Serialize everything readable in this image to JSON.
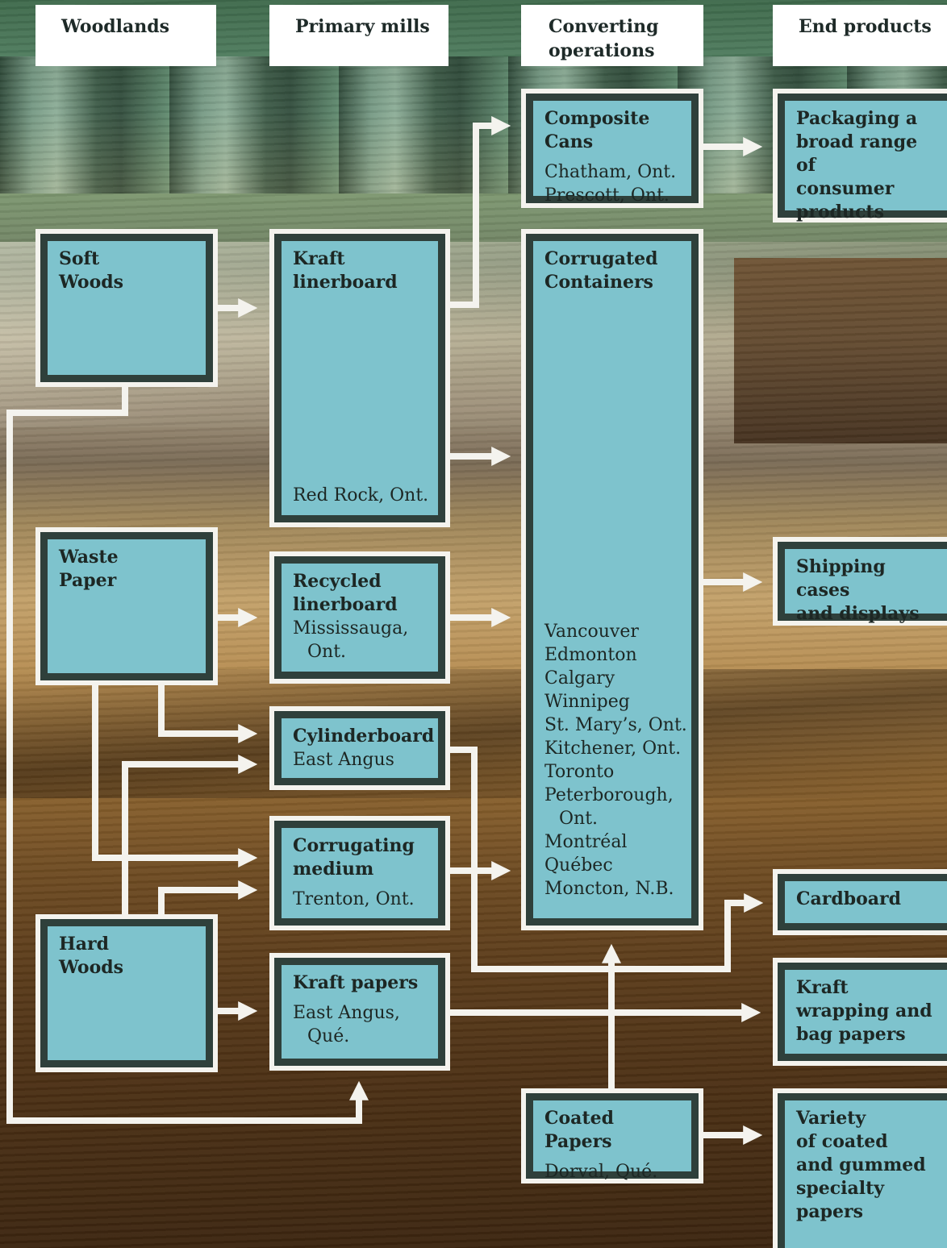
{
  "headers": {
    "woodlands": "Woodlands",
    "primary_mills": "Primary mills",
    "converting_line1": "Converting",
    "converting_line2": "operations",
    "end_products": "End products"
  },
  "woodlands": {
    "soft_woods": [
      "Soft",
      "Woods"
    ],
    "waste_paper": [
      "Waste",
      "Paper"
    ],
    "hard_woods": [
      "Hard",
      "Woods"
    ]
  },
  "mills": {
    "kraft_linerboard": {
      "title": [
        "Kraft",
        "linerboard"
      ],
      "location": "Red Rock, Ont."
    },
    "recycled_linerboard": {
      "title": [
        "Recycled",
        "linerboard"
      ],
      "location": [
        "Mississauga,",
        "Ont."
      ]
    },
    "cylinderboard": {
      "title": "Cylinderboard",
      "location": "East Angus"
    },
    "corrugating_medium": {
      "title": [
        "Corrugating",
        "medium"
      ],
      "location": "Trenton, Ont."
    },
    "kraft_papers": {
      "title": "Kraft papers",
      "location": [
        "East Angus,",
        "Qué."
      ]
    }
  },
  "converting": {
    "composite_cans": {
      "title": "Composite Cans",
      "locations": [
        "Chatham, Ont.",
        "Prescott, Ont."
      ]
    },
    "corrugated_containers": {
      "title": [
        "Corrugated",
        "Containers"
      ],
      "locations": [
        "Vancouver",
        "Edmonton",
        "Calgary",
        "Winnipeg",
        "St. Mary’s, Ont.",
        "Kitchener, Ont.",
        "Toronto",
        "Peterborough,",
        "Ont.",
        "Montréal",
        "Québec",
        "Moncton, N.B."
      ]
    },
    "coated_papers": {
      "title": "Coated Papers",
      "location": "Dorval, Qué."
    }
  },
  "end_products": {
    "packaging": [
      "Packaging a",
      "broad range of",
      "consumer",
      "products"
    ],
    "shipping": [
      "Shipping cases",
      "and displays"
    ],
    "cardboard": "Cardboard",
    "kraft_wrapping": [
      "Kraft",
      "wrapping and",
      "bag papers"
    ],
    "variety": [
      "Variety",
      "of coated",
      "and gummed",
      "specialty",
      "papers"
    ]
  },
  "colors": {
    "box_fill": "#7ec3cd",
    "box_frame": "#f4f3ee",
    "text": "#1d2724"
  }
}
